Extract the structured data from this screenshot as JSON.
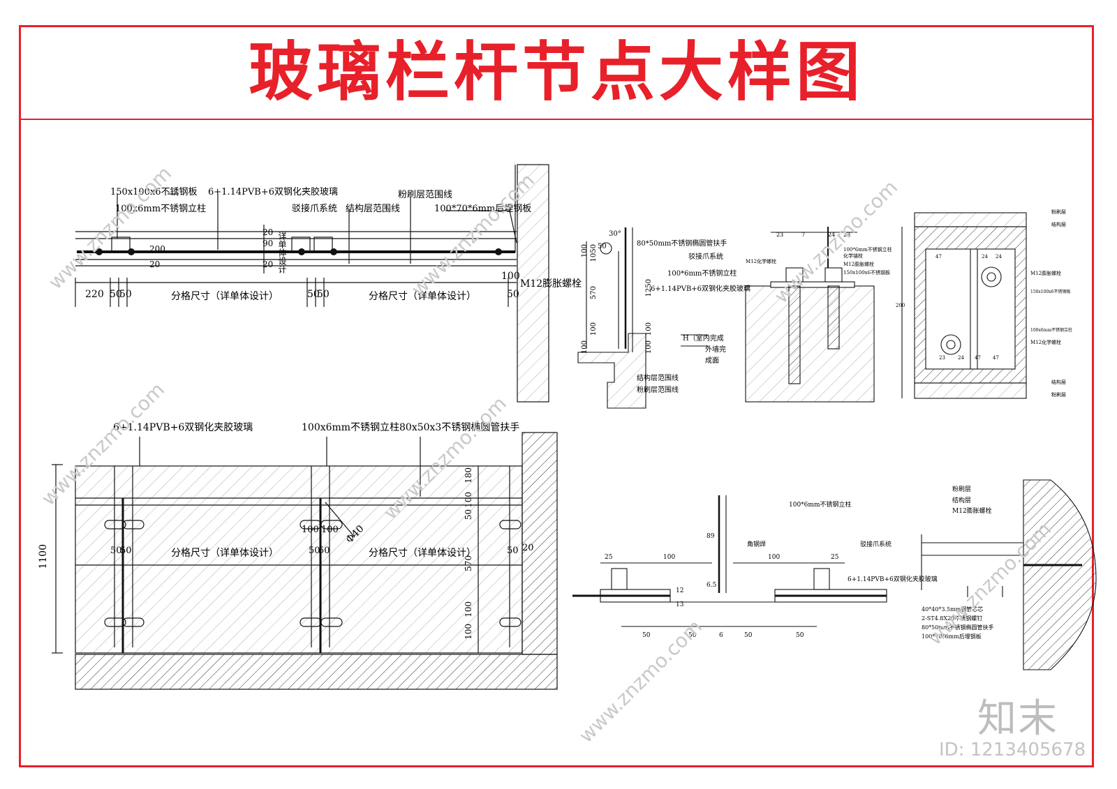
{
  "title": "玻璃栏杆节点大样图",
  "watermark": {
    "brand": "知末",
    "id_text": "ID: 1213405678",
    "url": "www.znzmo.com"
  },
  "plan": {
    "labels": [
      "150x100x6不锈钢板",
      "6+1.14PVB+6双钢化夹胶玻璃",
      "100x6mm不锈钢立柱",
      "驳接爪系统",
      "结构层范围线",
      "粉刷层范围线",
      "100*70*6mm后埋钢板"
    ],
    "dims": [
      "220",
      "50",
      "50",
      "分格尺寸（详单体设计）",
      "50",
      "50",
      "分格尺寸（详单体设计）",
      "50",
      "100",
      "M12膨胀螺栓"
    ],
    "vdims": [
      "20",
      "90",
      "20",
      "200",
      "20"
    ],
    "side_note": "详单体设计"
  },
  "elevation": {
    "labels": [
      "6+1.14PVB+6双钢化夹胶玻璃",
      "100x6mm不锈钢立柱",
      "80x50x3不锈钢椭圆管扶手"
    ],
    "dims": [
      "50",
      "50",
      "分格尺寸（详单体设计）",
      "50",
      "50",
      "分格尺寸（详单体设计）",
      "50",
      "20",
      "100",
      "100",
      "1100",
      "180",
      "100",
      "50",
      "570",
      "100",
      "100"
    ],
    "diameter": "Φ40"
  },
  "section": {
    "labels": [
      "80*50mm不锈钢椭圆管扶手",
      "驳接爪系统",
      "100*6mm不锈钢立柱",
      "6+1.14PVB+6双钢化夹胶玻璃",
      "H（室内完成",
      "外墙完",
      "成面",
      "结构层范围线",
      "粉刷层范围线"
    ],
    "dims": [
      "30°",
      "50",
      "100",
      "1050",
      "570",
      "100",
      "100",
      "1250",
      "100",
      "100"
    ]
  },
  "anchor": {
    "labels": [
      "100*6mm不锈钢立柱",
      "化学锚栓",
      "M12膨胀螺栓",
      "150x100x6不锈钢板",
      "M12化学螺栓"
    ],
    "dims": [
      "23",
      "7",
      "24",
      "23"
    ]
  },
  "plate": {
    "labels": [
      "粉刷层",
      "结构层",
      "M12膨胀螺栓",
      "150x100x6不锈钢板",
      "100x6mm不锈钢立柱",
      "M12化学螺栓",
      "结构层",
      "粉刷层"
    ],
    "dims": [
      "47",
      "24",
      "24",
      "47",
      "23",
      "24",
      "47",
      "200"
    ]
  },
  "claw": {
    "labels": [
      "100*6mm不锈钢立柱",
      "驳接爪系统",
      "角钢焊",
      "6+1.14PVB+6双钢化夹胶玻璃"
    ],
    "dims": [
      "25",
      "100",
      "100",
      "25",
      "89",
      "12",
      "13",
      "6.5",
      "50",
      "50",
      "6",
      "50",
      "50"
    ]
  },
  "wall": {
    "labels": [
      "粉刷层",
      "结构层",
      "M12膨胀螺栓",
      "40*40*3.5mm钢管芯芯",
      "2-ST4.8X20不锈钢螺钉",
      "80*50mm不锈钢椭圆管扶手",
      "100*70*6mm后埋钢板"
    ]
  },
  "colors": {
    "frame": "#e8202a",
    "line": "#111111",
    "watermark": "#c9c9c9"
  }
}
